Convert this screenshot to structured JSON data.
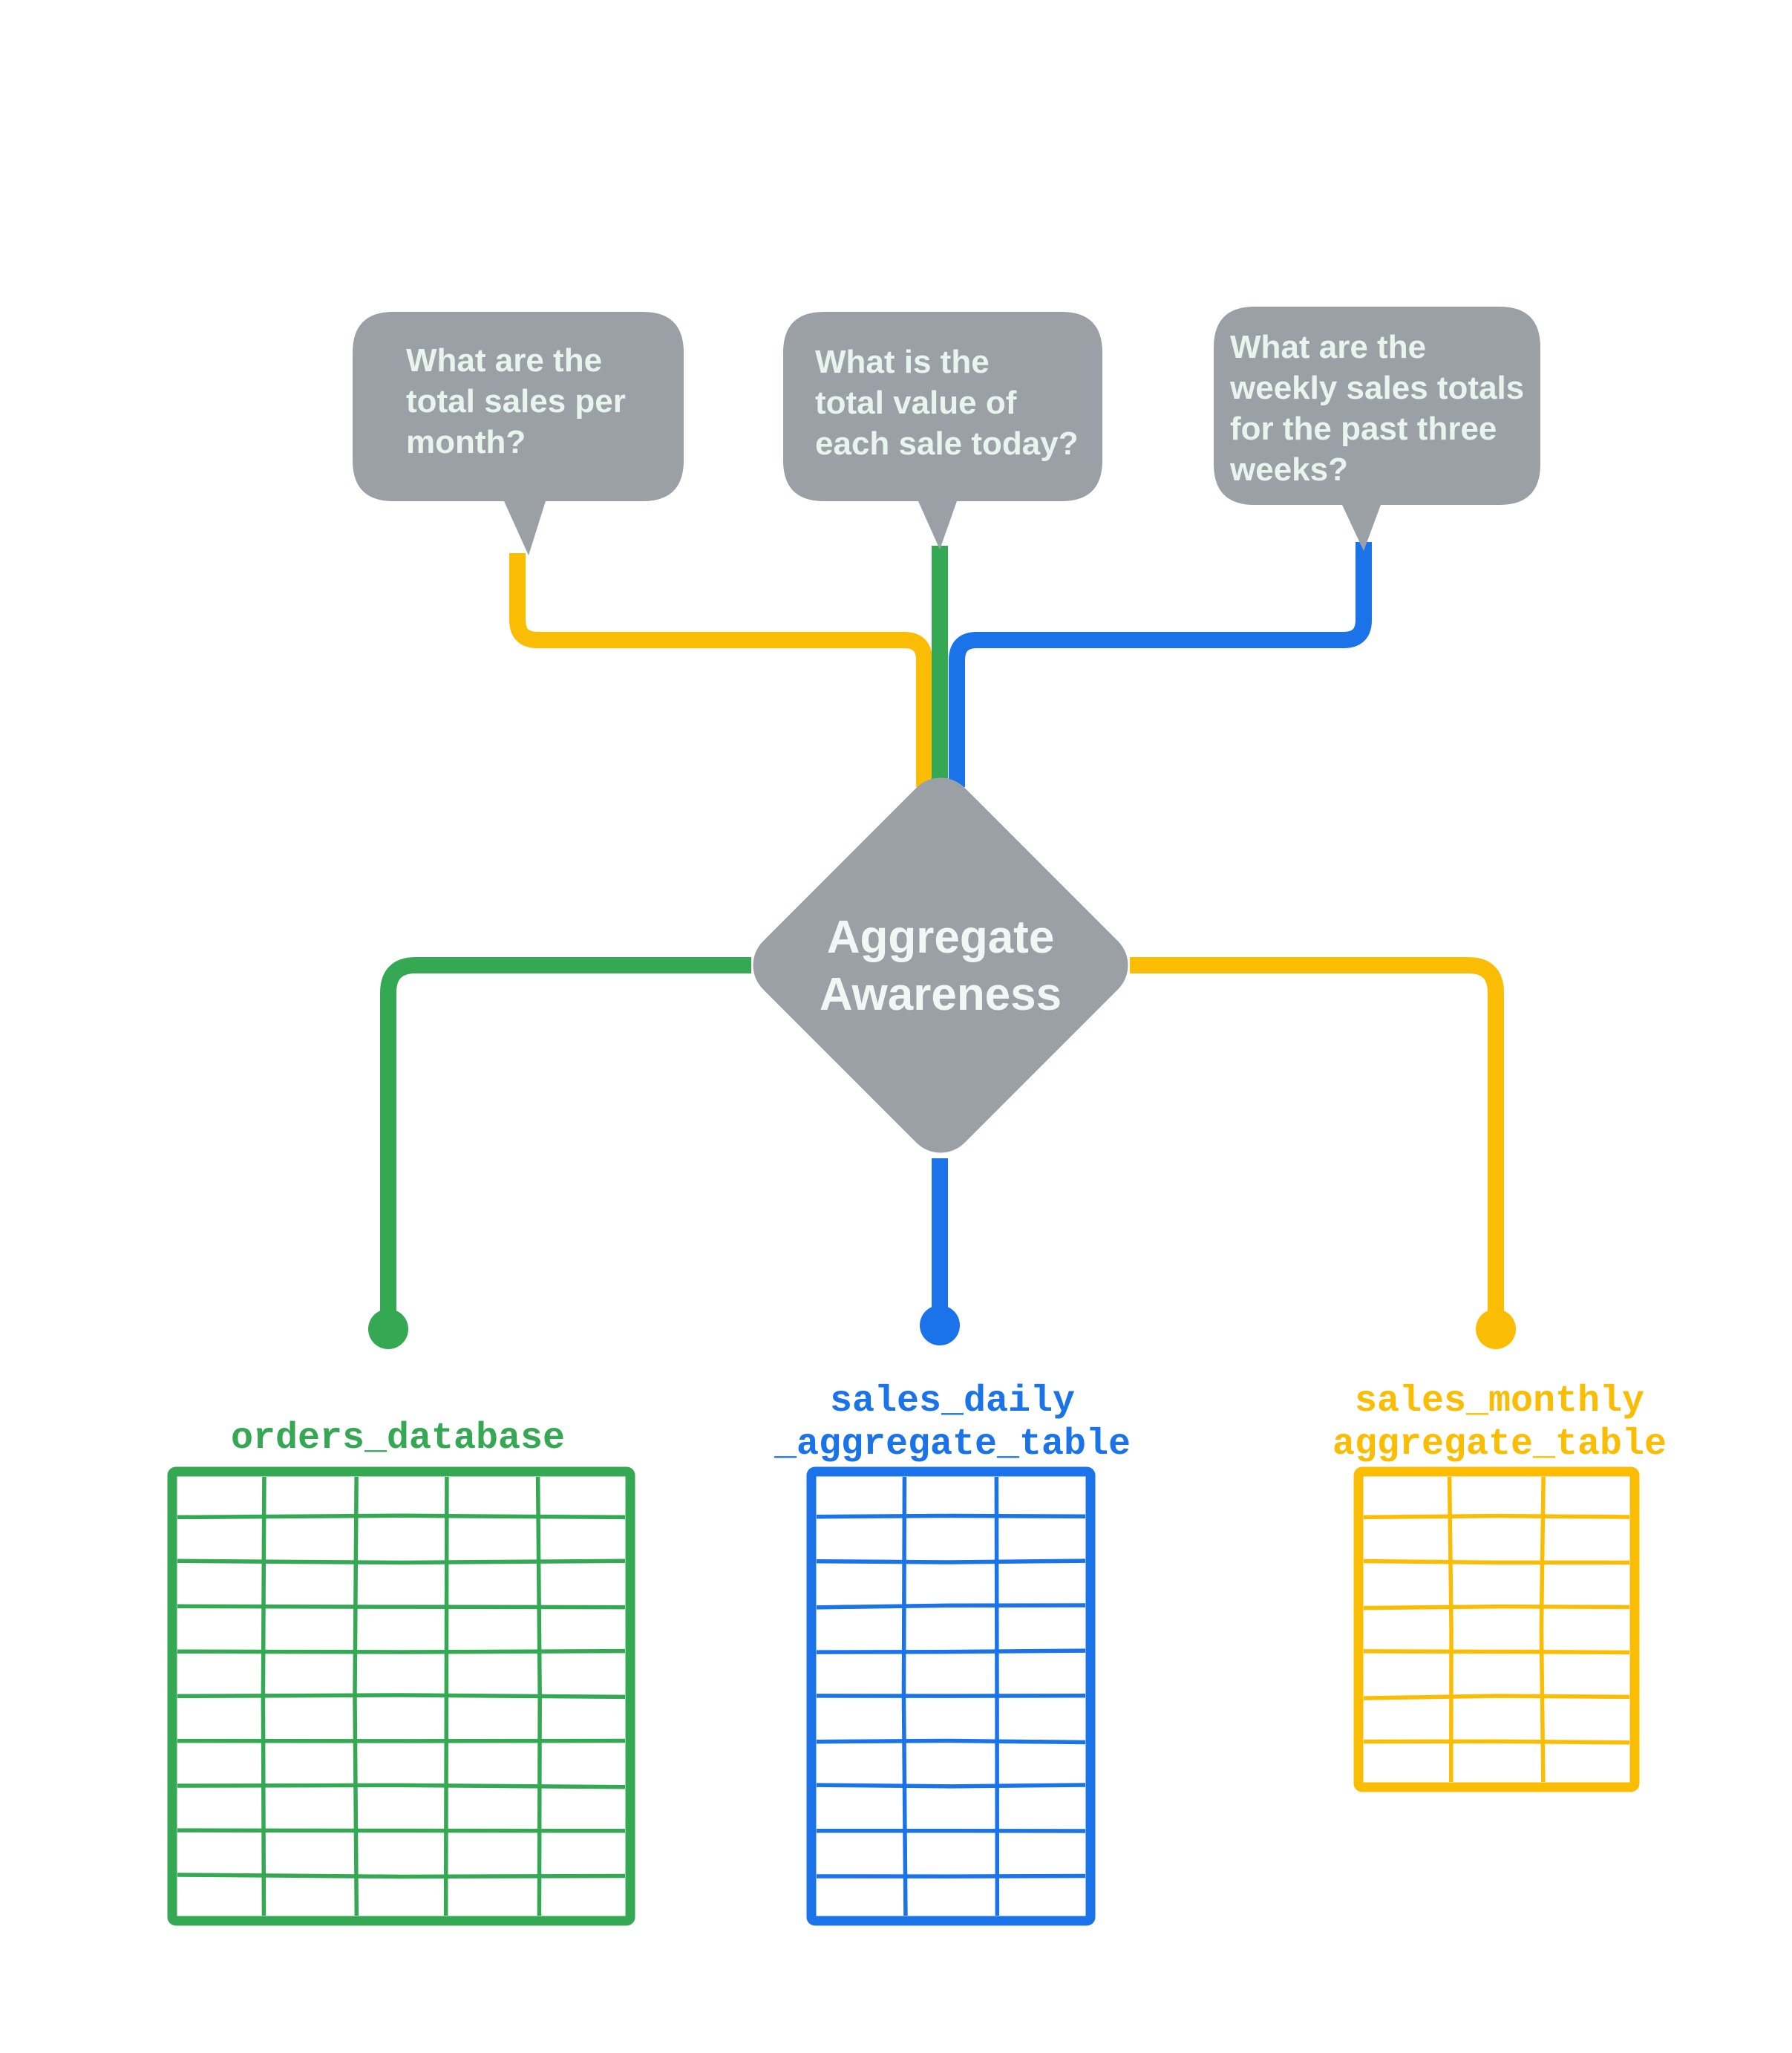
{
  "diagram": {
    "title": "Aggregate Awareness",
    "background": "#ffffff",
    "colors": {
      "node_gray": "#9aa0a6",
      "bubble_gray": "#9aa0a6",
      "bubble_text": "#e8f5ec",
      "node_text": "#f1f8f4",
      "green": "#34a853",
      "blue": "#1a73e8",
      "yellow": "#fbbc04"
    },
    "center_node": {
      "label_line1": "Aggregate",
      "label_line2": "Awareness",
      "shape": "diamond"
    },
    "questions": [
      {
        "id": "q-monthly",
        "color": "#fbbc04",
        "lines": [
          "What are the",
          "total sales per",
          "month?"
        ]
      },
      {
        "id": "q-daily",
        "color": "#34a853",
        "lines": [
          "What is the",
          "total value of",
          "each sale today?"
        ]
      },
      {
        "id": "q-weekly",
        "color": "#1a73e8",
        "lines": [
          "What are the",
          "weekly sales totals",
          "for the past three",
          "weeks?"
        ]
      }
    ],
    "tables": [
      {
        "id": "orders-database",
        "color": "#34a853",
        "label_line1": "orders_database",
        "label_line2": "",
        "columns": 5,
        "rows": 10
      },
      {
        "id": "sales-daily-aggregate-table",
        "color": "#1a73e8",
        "label_line1": "sales_daily",
        "label_line2": "_aggregate_table",
        "columns": 3,
        "rows": 10
      },
      {
        "id": "sales-monthly-aggregate-table",
        "color": "#fbbc04",
        "label_line1": "sales_monthly",
        "label_line2": "aggregate_table",
        "columns": 3,
        "rows": 7
      }
    ]
  }
}
